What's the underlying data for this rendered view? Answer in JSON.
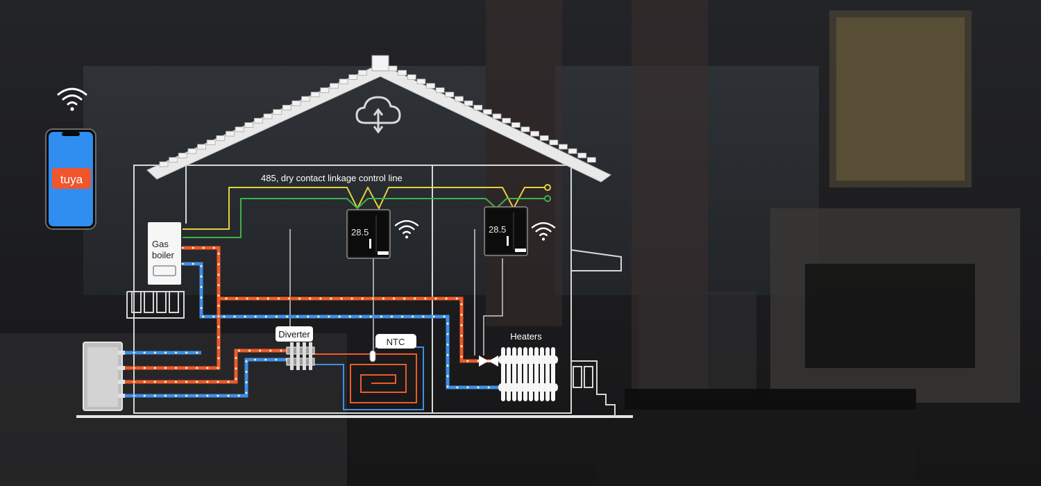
{
  "labels": {
    "control_line": "485, dry contact linkage control line",
    "boiler": [
      "Gas",
      "boiler"
    ],
    "diverter": "Diverter",
    "ntc": "NTC",
    "heaters": "Heaters",
    "phone_logo": "tuya",
    "thermostat_1_display": "28.5",
    "thermostat_2_display": "28.5"
  },
  "icons": {
    "phone_wifi": "wifi-icon",
    "cloud": "cloud-sync-icon",
    "thermostat_1_wifi": "wifi-icon",
    "thermostat_2_wifi": "wifi-icon"
  },
  "colors": {
    "hot_pipe": "#ef5a2c",
    "cold_pipe": "#3f8fe8",
    "signal_yellow": "#e6d23a",
    "signal_green": "#3fb24a",
    "outline": "#d8d8d8",
    "phone_screen": "#2f8ef0",
    "tuya_logo": "#f0552c"
  }
}
